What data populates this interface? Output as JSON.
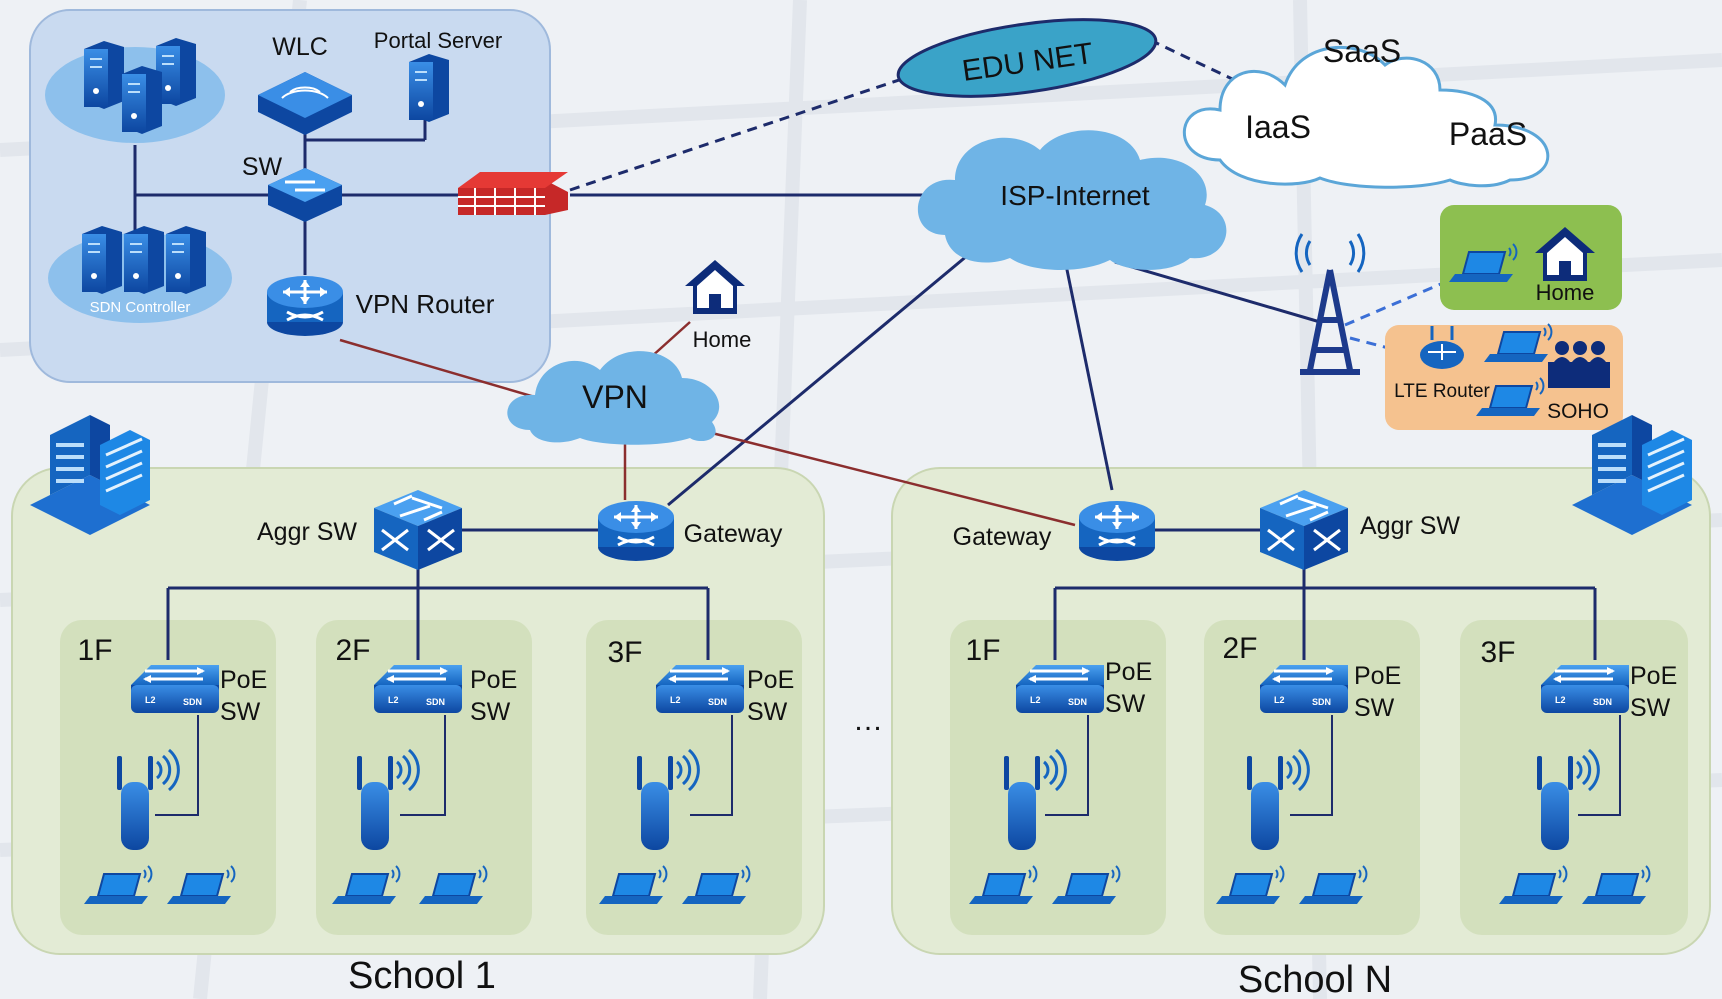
{
  "datacenter": {
    "wlc": "WLC",
    "portal_server": "Portal Server",
    "sw": "SW",
    "sdn_controller": "SDN Controller",
    "vpn_router": "VPN Router"
  },
  "clouds": {
    "edu_net": "EDU NET",
    "saas": "SaaS",
    "iaas": "IaaS",
    "paas": "PaaS",
    "isp_internet": "ISP-Internet",
    "vpn": "VPN"
  },
  "remote": {
    "home_vpn": "Home",
    "home_lte": "Home",
    "lte_router": "LTE Router",
    "soho": "SOHO"
  },
  "schools": [
    {
      "name": "School 1",
      "aggr_sw": "Aggr SW",
      "gateway": "Gateway",
      "floors": [
        {
          "floor": "1F",
          "switch_line1": "PoE",
          "switch_line2": "SW"
        },
        {
          "floor": "2F",
          "switch_line1": "PoE",
          "switch_line2": "SW"
        },
        {
          "floor": "3F",
          "switch_line1": "PoE",
          "switch_line2": "SW"
        }
      ]
    },
    {
      "name": "School N",
      "aggr_sw": "Aggr SW",
      "gateway": "Gateway",
      "floors": [
        {
          "floor": "1F",
          "switch_line1": "PoE",
          "switch_line2": "SW"
        },
        {
          "floor": "2F",
          "switch_line1": "PoE",
          "switch_line2": "SW"
        },
        {
          "floor": "3F",
          "switch_line1": "PoE",
          "switch_line2": "SW"
        }
      ]
    }
  ],
  "ellipsis": "…",
  "colors": {
    "navy_line": "#1d2b6b",
    "vpn_line": "#8b2e2e",
    "wireless_line": "#3b6fd6",
    "device_blue": "#1565c0",
    "cloud_blue": "#6fb4e6",
    "datacenter_bg": "#c9daf0",
    "school_bg": "#e3ebd5",
    "home_box": "#8dbf50",
    "soho_box": "#f5c28f",
    "firewall": "#c62828"
  }
}
